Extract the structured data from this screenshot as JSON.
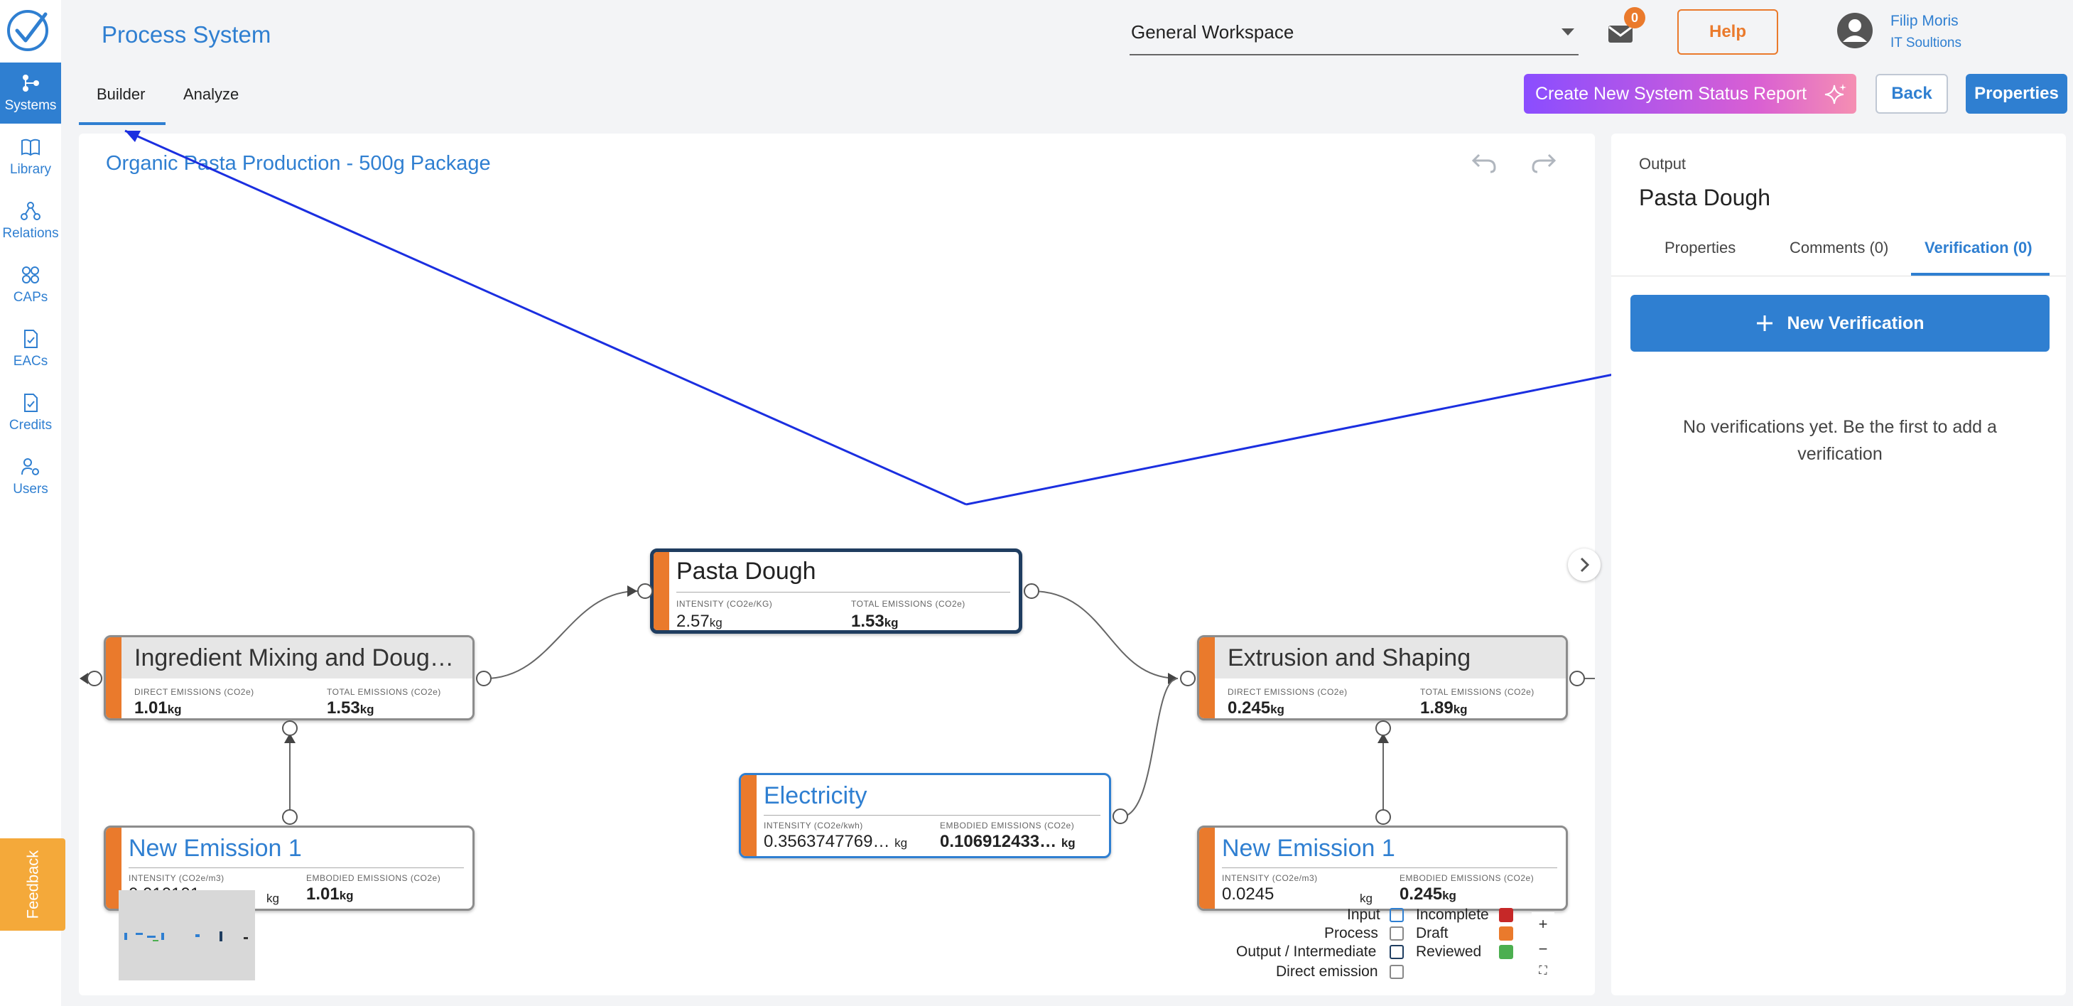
{
  "nav": {
    "items": [
      {
        "label": "Systems",
        "icon": "systems-icon"
      },
      {
        "label": "Library",
        "icon": "book-icon"
      },
      {
        "label": "Relations",
        "icon": "relations-icon"
      },
      {
        "label": "CAPs",
        "icon": "grid-icon"
      },
      {
        "label": "EACs",
        "icon": "doc-check-icon"
      },
      {
        "label": "Credits",
        "icon": "doc-check-icon"
      },
      {
        "label": "Users",
        "icon": "users-gear-icon"
      }
    ],
    "feedback": "Feedback"
  },
  "header": {
    "title": "Process System",
    "workspace": "General Workspace",
    "mail_count": "0",
    "help": "Help",
    "user_name": "Filip Moris",
    "user_company": "IT Soultions",
    "tabs": [
      "Builder",
      "Analyze"
    ],
    "create_report": "Create New System Status Report",
    "back": "Back",
    "properties": "Properties"
  },
  "canvas": {
    "system_title": "Organic Pasta Production - 500g Package",
    "nodes": {
      "pasta": {
        "title": "Pasta Dough",
        "lbl1": "INTENSITY (CO2e/KG)",
        "val1": "2.57",
        "unit1": "kg",
        "lbl2": "TOTAL EMISSIONS (CO2e)",
        "val2": "1.53",
        "unit2": "kg"
      },
      "mixing": {
        "title": "Ingredient Mixing and Doug…",
        "lbl1": "DIRECT EMISSIONS (CO2e)",
        "val1": "1.01",
        "unit1": "kg",
        "lbl2": "TOTAL EMISSIONS (CO2e)",
        "val2": "1.53",
        "unit2": "kg"
      },
      "extrusion": {
        "title": "Extrusion and Shaping",
        "lbl1": "DIRECT EMISSIONS (CO2e)",
        "val1": "0.245",
        "unit1": "kg",
        "lbl2": "TOTAL EMISSIONS (CO2e)",
        "val2": "1.89",
        "unit2": "kg"
      },
      "electricity": {
        "title": "Electricity",
        "lbl1": "INTENSITY (CO2e/kwh)",
        "val1": "0.3563747769…",
        "unit1": "kg",
        "lbl2": "EMBODIED EMISSIONS (CO2e)",
        "val2": "0.106912433…",
        "unit2": "kg"
      },
      "emission1": {
        "title": "New Emission 1",
        "lbl1": "INTENSITY (CO2e/m3)",
        "val1": "0.010101",
        "unit1": "kg",
        "lbl2": "EMBODIED EMISSIONS (CO2e)",
        "val2": "1.01",
        "unit2": "kg"
      },
      "emission2": {
        "title": "New Emission 1",
        "lbl1": "INTENSITY (CO2e/m3)",
        "val1": "0.0245",
        "unit1": "kg",
        "lbl2": "EMBODIED EMISSIONS (CO2e)",
        "val2": "0.245",
        "unit2": "kg"
      }
    },
    "legend": {
      "types": [
        "Input",
        "Process",
        "Output / Intermediate",
        "Direct emission"
      ],
      "statuses": [
        {
          "label": "Incomplete",
          "color": "#c62828"
        },
        {
          "label": "Draft",
          "color": "#ea7a2c"
        },
        {
          "label": "Reviewed",
          "color": "#4caf50"
        }
      ]
    },
    "zoom": {
      "in": "+",
      "out": "−",
      "fit": "⛶"
    }
  },
  "panel": {
    "type": "Output",
    "name": "Pasta Dough",
    "tabs": [
      "Properties",
      "Comments (0)",
      "Verification (0)"
    ],
    "new_verification": "New Verification",
    "empty_message": "No verifications yet. Be the first to add a verification"
  },
  "colors": {
    "accent": "#2f7fd1",
    "orange": "#ea7a2c",
    "purple": "#8a4dff"
  }
}
